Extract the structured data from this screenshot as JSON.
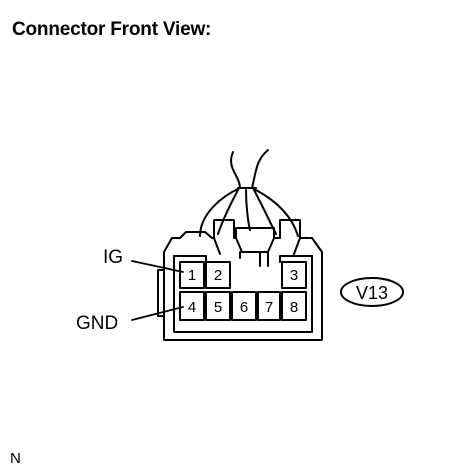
{
  "title": "Connector Front View:",
  "connector": {
    "code": "V13",
    "pins": [
      "1",
      "2",
      "3",
      "4",
      "5",
      "6",
      "7",
      "8"
    ],
    "labels": {
      "ig": "IG",
      "gnd": "GND"
    }
  },
  "footer": "N"
}
